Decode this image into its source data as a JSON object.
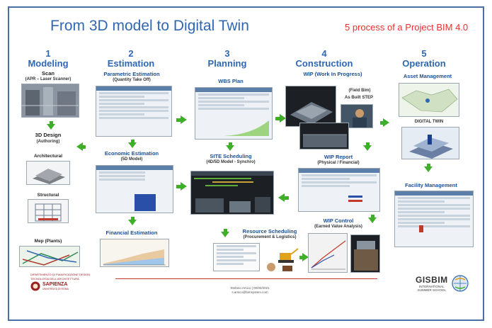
{
  "title": "From 3D model to Digital Twin",
  "subtitle": "5 process of a Project BIM 4.0",
  "stages": [
    {
      "num": "1",
      "name": "Modeling"
    },
    {
      "num": "2",
      "name": "Estimation"
    },
    {
      "num": "3",
      "name": "Planning"
    },
    {
      "num": "4",
      "name": "Construction"
    },
    {
      "num": "5",
      "name": "Operation"
    }
  ],
  "modeling": {
    "scan": "Scan",
    "scan_sub": "(APR – Laser Scanner)",
    "design": "3D Design",
    "design_sub": "(Authoring)",
    "architectural": "Architectural",
    "structural": "Structural",
    "mep": "Mep (Plants)"
  },
  "estimation": {
    "parametric": "Parametric Estimation",
    "parametric_sub": "(Quantity Take Off)",
    "economic": "Economic Estimation",
    "economic_sub": "(5D Model)",
    "financial": "Financial  Estimation"
  },
  "planning": {
    "wbs": "WBS Plan",
    "site": "SITE Scheduling",
    "site_sub": "(4D/5D Model - Synchro)",
    "resource": "Resource Scheduling",
    "resource_sub": "(Procurement & Logistics)"
  },
  "construction": {
    "wip": "WIP (Work In Progress)",
    "field": "(Field Bim)",
    "asbuilt": "As Built STEP",
    "report": "WIP Report",
    "report_sub": "(Physical / Financial)",
    "control": "WIP Control",
    "control_sub": "(Earned Value Analysis)"
  },
  "operation": {
    "asset": "Asset Management",
    "twin": "DIGITAL TWIN",
    "facility": "Facility Management"
  },
  "footer": {
    "line1": "Stefano Amico | 00/00/2021",
    "line2": "s.amico@bimsystem.com",
    "sapienza": "SAPIENZA",
    "sapienza_sub": "UNIVERSITÀ DI ROMA",
    "dept": "DIPARTIMENTO DI PIANIFICAZIONE DESIGN TECNOLOGIA DELL'ARCHITETTURA",
    "gisbim": "GISBIM",
    "gisbim_sub1": "INTERNATIONAL",
    "gisbim_sub2": "SUMMER SCHOOL"
  },
  "colors": {
    "accent": "#2f67b2",
    "arrow": "#3fae29",
    "subtitle": "#e8322d"
  }
}
